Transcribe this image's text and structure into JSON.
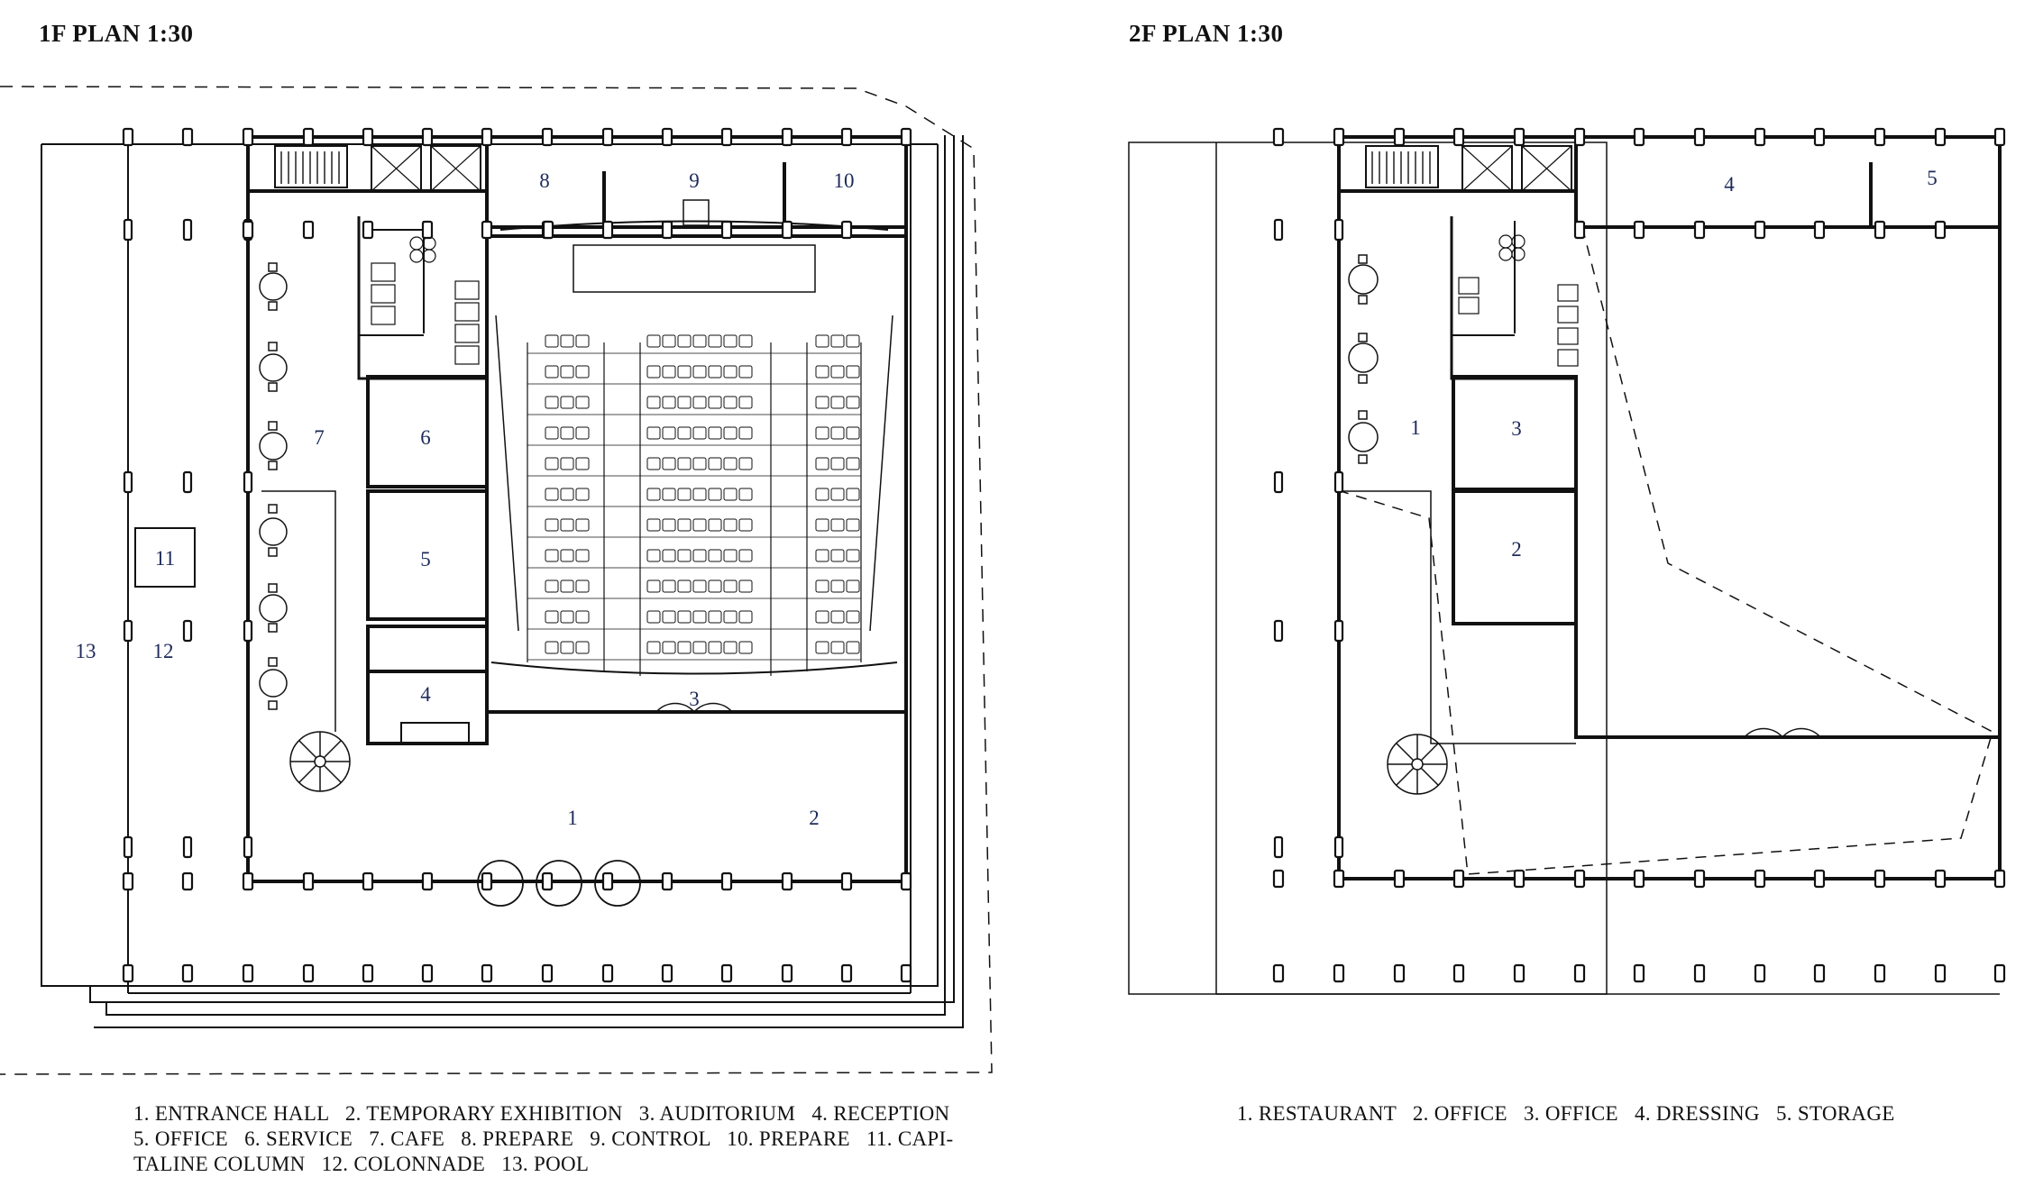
{
  "plans": [
    {
      "title": "1F PLAN 1:30",
      "room_labels": [
        "1",
        "2",
        "3",
        "4",
        "5",
        "6",
        "7",
        "8",
        "9",
        "10",
        "11",
        "12",
        "13"
      ],
      "legend_lines": [
        "1. ENTRANCE HALL   2. TEMPORARY EXHIBITION   3. AUDITORIUM   4. RECEPTION",
        "5. OFFICE   6. SERVICE   7. CAFE   8. PREPARE   9. CONTROL   10. PREPARE   11. CAPI-",
        "TALINE COLUMN   12. COLONNADE   13. POOL"
      ]
    },
    {
      "title": "2F PLAN  1:30",
      "room_labels": [
        "1",
        "2",
        "3",
        "4",
        "5"
      ],
      "legend_lines": [
        "1. RESTAURANT   2. OFFICE   3. OFFICE   4. DRESSING   5. STORAGE"
      ]
    }
  ],
  "colors": {
    "line": "#111111",
    "label": "#1e2a5a"
  }
}
